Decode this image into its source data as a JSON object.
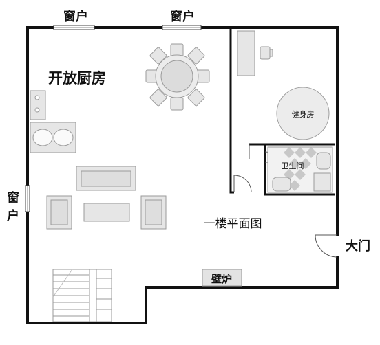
{
  "labels": {
    "window_top_left": "窗户",
    "window_top_right": "窗户",
    "window_left_1": "窗",
    "window_left_2": "户",
    "open_kitchen": "开放厨房",
    "gym": "健身房",
    "bathroom": "卫生间",
    "floor_plan": "一楼平面图",
    "main_door": "大门",
    "fireplace": "壁炉"
  },
  "colors": {
    "wall": "#111111",
    "furniture_fill": "#e6e6e6",
    "furniture_stroke": "#9a9a9a",
    "fireplace_fill": "#e3e3e3"
  }
}
